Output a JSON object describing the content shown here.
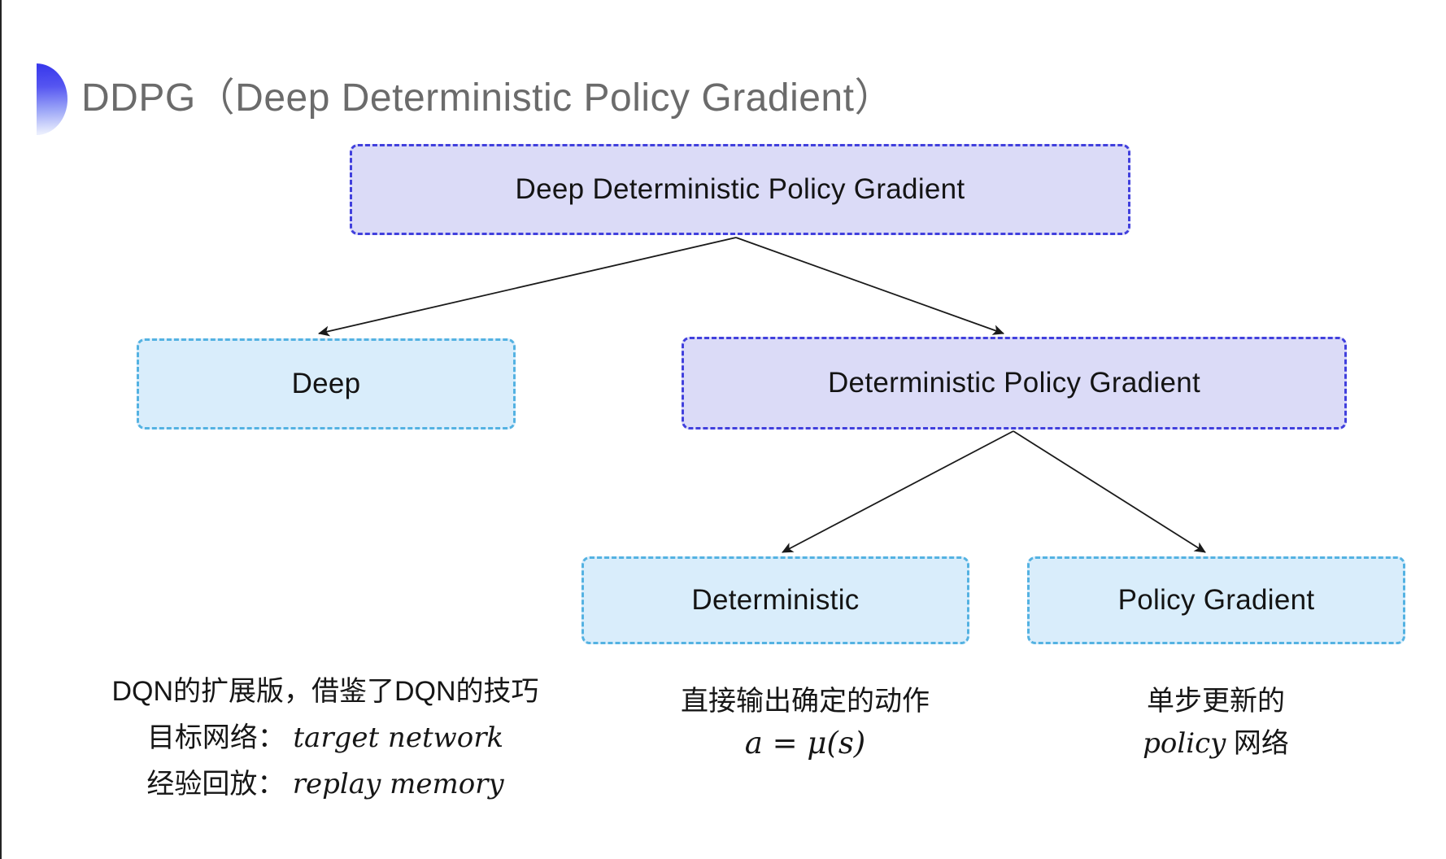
{
  "page": {
    "title": "DDPG（Deep Deterministic Policy Gradient）"
  },
  "diagram": {
    "nodes": [
      {
        "id": "ddpg",
        "label": "Deep Deterministic Policy Gradient",
        "style": "purple"
      },
      {
        "id": "deep",
        "label": "Deep",
        "style": "cyan"
      },
      {
        "id": "dpg",
        "label": "Deterministic Policy Gradient",
        "style": "purple"
      },
      {
        "id": "deterministic",
        "label": "Deterministic",
        "style": "cyan"
      },
      {
        "id": "policy-gradient",
        "label": "Policy Gradient",
        "style": "cyan"
      }
    ],
    "edges": [
      {
        "from": "ddpg",
        "to": "deep"
      },
      {
        "from": "ddpg",
        "to": "dpg"
      },
      {
        "from": "dpg",
        "to": "deterministic"
      },
      {
        "from": "dpg",
        "to": "policy-gradient"
      }
    ]
  },
  "annotations": {
    "deep_note": {
      "line1": "DQN的扩展版，借鉴了DQN的技巧",
      "target_label": "目标网络：",
      "target_value": "target network",
      "replay_label": "经验回放：",
      "replay_value": "replay memory"
    },
    "deterministic_note": {
      "line1": "直接输出确定的动作",
      "formula": "a = μ(s)"
    },
    "policy_gradient_note": {
      "line1": "单步更新的",
      "word_en": "policy",
      "word_zh": " 网络"
    }
  },
  "colors": {
    "purple_fill": "#dbdbf7",
    "purple_border": "#4140dd",
    "cyan_fill": "#d9edfb",
    "cyan_border": "#54b2e2",
    "title_text": "#6b6b6b",
    "arrow": "#1a1a1a",
    "bullet_gradient_top": "#3a3aec",
    "bullet_gradient_bottom": "#e9edfd"
  }
}
